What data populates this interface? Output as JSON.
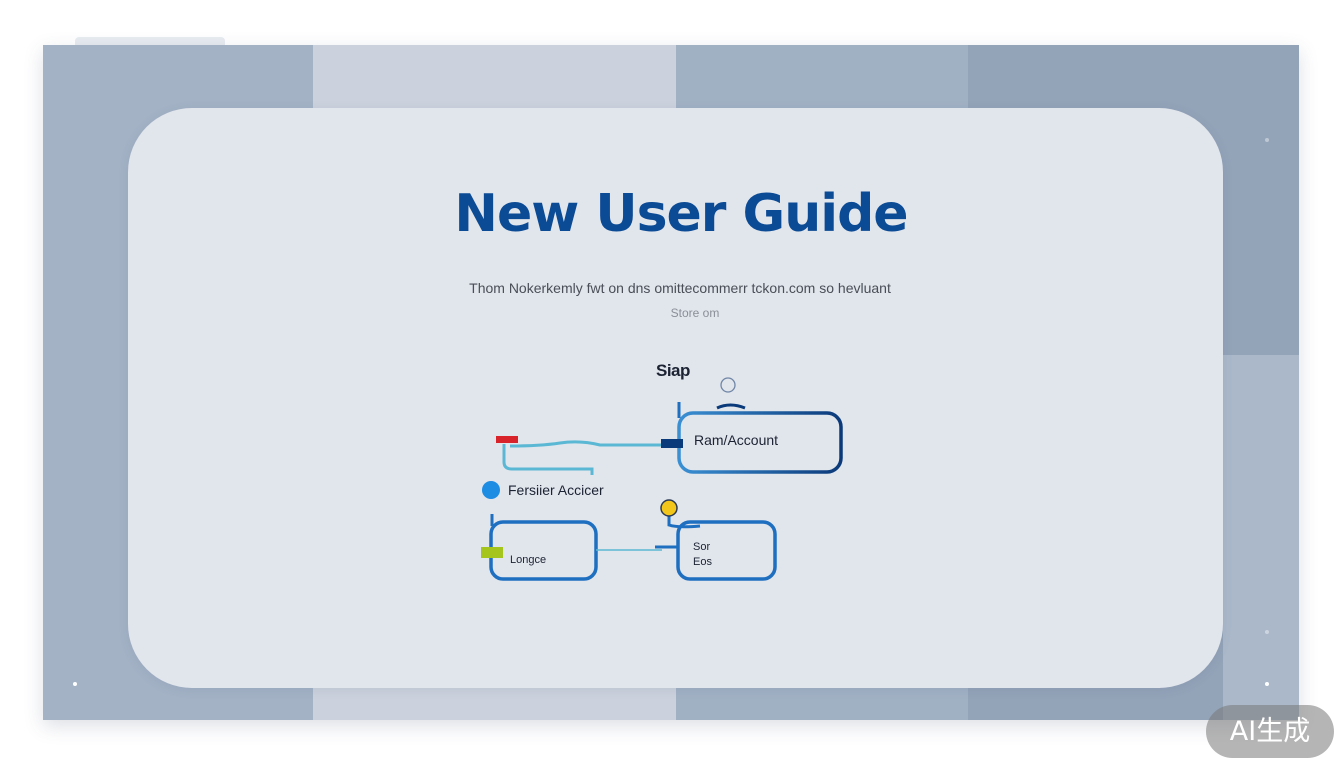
{
  "slide": {
    "title": "New User Guide",
    "subtitle": "Thom Nokerkemly  fwt on dns omittecommerr  tckon.com so hevluant",
    "subtitle_2": "Store om"
  },
  "diagram": {
    "heading": "Siap",
    "node_account": "Ram/Account",
    "node_persier": "Fersiier Accicer",
    "node_lower": "Longce",
    "node_right_line1": "Sor",
    "node_right_line2": "Eos"
  },
  "watermark": {
    "label": "AI生成"
  },
  "colors": {
    "title": "#0b4a94",
    "accent_blue": "#1f6fc1",
    "accent_cyan": "#5bb8d4",
    "marker_red": "#d8232a",
    "marker_green": "#a5c51c",
    "marker_yellow": "#f3c61b",
    "marker_navy": "#0b3a7a"
  }
}
